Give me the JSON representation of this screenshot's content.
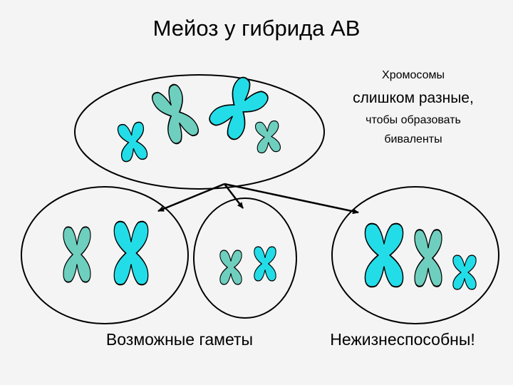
{
  "title": "Мейоз у гибрида АВ",
  "note": {
    "line1": "Хромосомы",
    "line2": "слишком разные,",
    "line3": "чтобы образовать",
    "line4": "биваленты"
  },
  "labels": {
    "gametes": "Возможные гаметы",
    "inviable": "Нежизнеспособны!"
  },
  "colors": {
    "background": "#f4f4f4",
    "chromosome_bright": "#22dde8",
    "chromosome_muted": "#6ecfbf",
    "outline": "#000000"
  }
}
